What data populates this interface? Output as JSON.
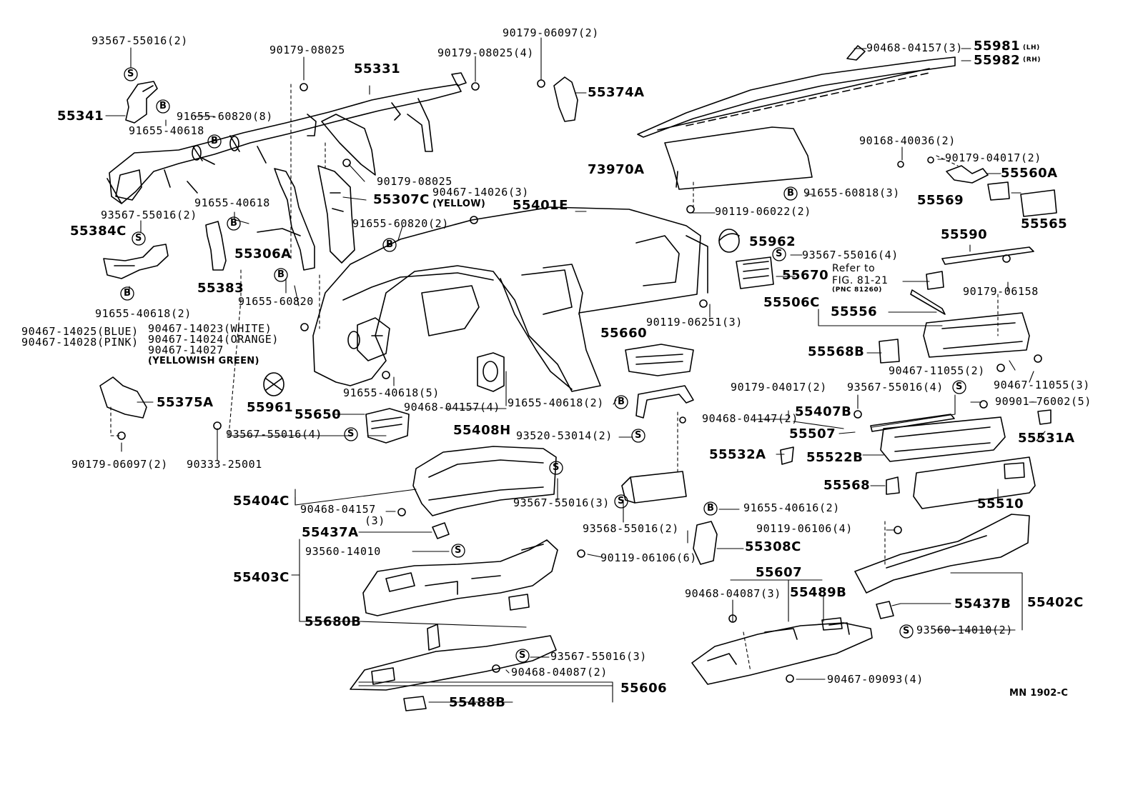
{
  "diagram_id": "MN 1902-C",
  "parts": [
    {
      "id": "p01",
      "text": "93567-55016(2)"
    },
    {
      "id": "p02",
      "text": "90179-08025"
    },
    {
      "id": "p03",
      "text": "55331"
    },
    {
      "id": "p04",
      "text": "90179-08025(4)"
    },
    {
      "id": "p05",
      "text": "90179-06097(2)"
    },
    {
      "id": "p06",
      "text": "55374A"
    },
    {
      "id": "p07",
      "text": "90468-04157(3)"
    },
    {
      "id": "p08",
      "text": "55981"
    },
    {
      "id": "p09",
      "text": "55982"
    },
    {
      "id": "p10",
      "text": "55341"
    },
    {
      "id": "p11",
      "text": "91655-60820(8)"
    },
    {
      "id": "p12",
      "text": "91655-40618"
    },
    {
      "id": "p13",
      "text": "90179-08025"
    },
    {
      "id": "p14",
      "text": "73970A"
    },
    {
      "id": "p15",
      "text": "90168-40036(2)"
    },
    {
      "id": "p16",
      "text": "90179-04017(2)"
    },
    {
      "id": "p17",
      "text": "55560A"
    },
    {
      "id": "p18",
      "text": "55307C"
    },
    {
      "id": "p19",
      "text": "90467-14026(3)"
    },
    {
      "id": "p20",
      "text": "(YELLOW)"
    },
    {
      "id": "p21",
      "text": "91655-60818(3)"
    },
    {
      "id": "p22",
      "text": "55569"
    },
    {
      "id": "p23",
      "text": "91655-40618"
    },
    {
      "id": "p24",
      "text": "55401E"
    },
    {
      "id": "p25",
      "text": "90119-06022(2)"
    },
    {
      "id": "p26",
      "text": "55565"
    },
    {
      "id": "p27",
      "text": "93567-55016(2)"
    },
    {
      "id": "p28",
      "text": "91655-60820(2)"
    },
    {
      "id": "p29",
      "text": "55384C"
    },
    {
      "id": "p30",
      "text": "55962"
    },
    {
      "id": "p31",
      "text": "55590"
    },
    {
      "id": "p32",
      "text": "93567-55016(4)"
    },
    {
      "id": "p33",
      "text": "55306A"
    },
    {
      "id": "p34",
      "text": "55670"
    },
    {
      "id": "p35",
      "text": "Refer to"
    },
    {
      "id": "p36",
      "text": "55383"
    },
    {
      "id": "p37",
      "text": "FIG. 81-21"
    },
    {
      "id": "p38",
      "text": "(PNC 81260)"
    },
    {
      "id": "p39",
      "text": "90179-06158"
    },
    {
      "id": "p40",
      "text": "91655-60820"
    },
    {
      "id": "p41",
      "text": "55506C"
    },
    {
      "id": "p42",
      "text": "55556"
    },
    {
      "id": "p43",
      "text": "91655-40618(2)"
    },
    {
      "id": "p44",
      "text": "90119-06251(3)"
    },
    {
      "id": "p45",
      "text": "90467-14025(BLUE)"
    },
    {
      "id": "p46",
      "text": "90467-14023(WHITE)"
    },
    {
      "id": "p47",
      "text": "90467-14028(PINK)"
    },
    {
      "id": "p48",
      "text": "90467-14024(ORANGE)"
    },
    {
      "id": "p49",
      "text": "90467-14027"
    },
    {
      "id": "p50",
      "text": "(YELLOWISH GREEN)"
    },
    {
      "id": "p51",
      "text": "55660"
    },
    {
      "id": "p52",
      "text": "55568B"
    },
    {
      "id": "p53",
      "text": "90467-11055(2)"
    },
    {
      "id": "p54",
      "text": "91655-40618(5)"
    },
    {
      "id": "p55",
      "text": "90179-04017(2)"
    },
    {
      "id": "p56",
      "text": "93567-55016(4)"
    },
    {
      "id": "p57",
      "text": "90467-11055(3)"
    },
    {
      "id": "p58",
      "text": "55375A"
    },
    {
      "id": "p59",
      "text": "90468-04157(4)"
    },
    {
      "id": "p60",
      "text": "91655-40618(2)"
    },
    {
      "id": "p61",
      "text": "90901-76002(5)"
    },
    {
      "id": "p62",
      "text": "55961"
    },
    {
      "id": "p63",
      "text": "55650"
    },
    {
      "id": "p64",
      "text": "90468-04147(2)"
    },
    {
      "id": "p65",
      "text": "55407B"
    },
    {
      "id": "p66",
      "text": "55408H"
    },
    {
      "id": "p67",
      "text": "93567-55016(4)"
    },
    {
      "id": "p68",
      "text": "93520-53014(2)"
    },
    {
      "id": "p69",
      "text": "55507"
    },
    {
      "id": "p70",
      "text": "55531A"
    },
    {
      "id": "p71",
      "text": "90179-06097(2)"
    },
    {
      "id": "p72",
      "text": "90333-25001"
    },
    {
      "id": "p73",
      "text": "55532A"
    },
    {
      "id": "p74",
      "text": "55522B"
    },
    {
      "id": "p75",
      "text": "55404C"
    },
    {
      "id": "p76",
      "text": "93567-55016(3)"
    },
    {
      "id": "p77",
      "text": "55568"
    },
    {
      "id": "p78",
      "text": "55510"
    },
    {
      "id": "p79",
      "text": "90468-04157"
    },
    {
      "id": "p80",
      "text": "(3)"
    },
    {
      "id": "p81",
      "text": "91655-40616(2)"
    },
    {
      "id": "p82",
      "text": "55437A"
    },
    {
      "id": "p83",
      "text": "93568-55016(2)"
    },
    {
      "id": "p84",
      "text": "90119-06106(4)"
    },
    {
      "id": "p85",
      "text": "93560-14010"
    },
    {
      "id": "p86",
      "text": "55308C"
    },
    {
      "id": "p87",
      "text": "90119-06106(6)"
    },
    {
      "id": "p88",
      "text": "55607"
    },
    {
      "id": "p89",
      "text": "55403C"
    },
    {
      "id": "p90",
      "text": "90468-04087(3)"
    },
    {
      "id": "p91",
      "text": "55489B"
    },
    {
      "id": "p92",
      "text": "55437B"
    },
    {
      "id": "p93",
      "text": "55402C"
    },
    {
      "id": "p94",
      "text": "55680B"
    },
    {
      "id": "p95",
      "text": "93560-14010(2)"
    },
    {
      "id": "p96",
      "text": "93567-55016(3)"
    },
    {
      "id": "p97",
      "text": "90468-04087(2)"
    },
    {
      "id": "p98",
      "text": "90467-09093(4)"
    },
    {
      "id": "p99",
      "text": "55606"
    },
    {
      "id": "p100",
      "text": "55488B"
    },
    {
      "id": "p101",
      "text": "(LH)"
    },
    {
      "id": "p102",
      "text": "(RH)"
    }
  ],
  "symbols": [
    "S",
    "B",
    "S",
    "S",
    "B",
    "B",
    "B",
    "B",
    "B",
    "B",
    "B",
    "S",
    "S",
    "S",
    "S",
    "S",
    "S",
    "S",
    "S",
    "B",
    "S"
  ]
}
